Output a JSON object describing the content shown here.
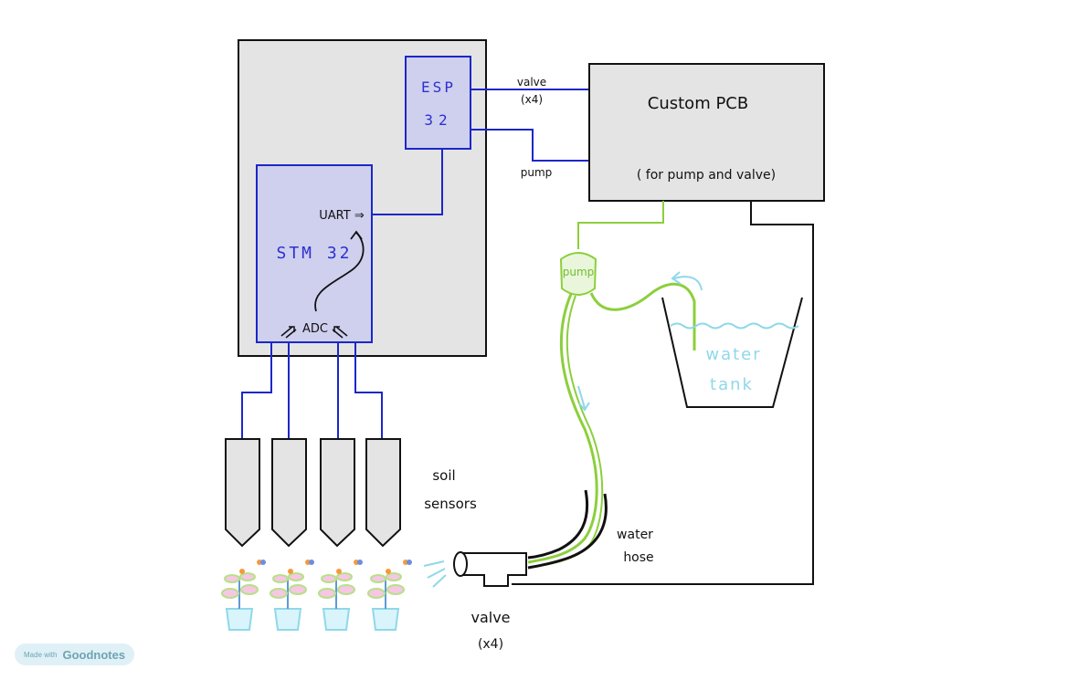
{
  "labels": {
    "esp_line1": "ESP",
    "esp_line2": "32",
    "stm": "STM 32",
    "uart": "UART ⇒",
    "adc": "ADC",
    "valve_top": "valve",
    "valve_top_count": "(x4)",
    "pump_wire": "pump",
    "pcb_title": "Custom PCB",
    "pcb_subtitle": "( for pump and valve)",
    "pump": "pump",
    "water_tank_1": "water",
    "water_tank_2": "tank",
    "soil_1": "soil",
    "soil_2": "sensors",
    "hose_1": "water",
    "hose_2": "hose",
    "valve_bottom": "valve",
    "valve_bottom_count": "(x4)"
  },
  "badge": {
    "made_with": "Made with",
    "brand": "Goodnotes"
  },
  "colors": {
    "wire_blue": "#1c27c8",
    "hose_green": "#8ccf3c",
    "water_cyan": "#8fd8ea",
    "box_gray": "#e4e4e4",
    "chip_lavender": "#cfd0ee"
  }
}
